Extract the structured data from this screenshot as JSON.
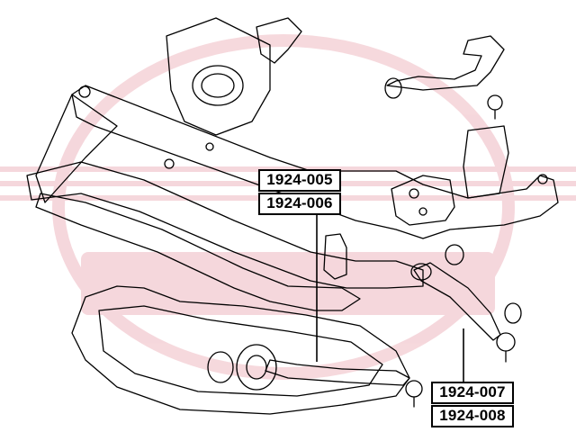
{
  "watermark": {
    "brand_color": "#c8102e"
  },
  "labels": {
    "part_1": "1924-005",
    "part_2": "1924-006",
    "part_3": "1924-007",
    "part_4": "1924-008"
  },
  "colors": {
    "line": "#000000",
    "background": "#ffffff"
  }
}
